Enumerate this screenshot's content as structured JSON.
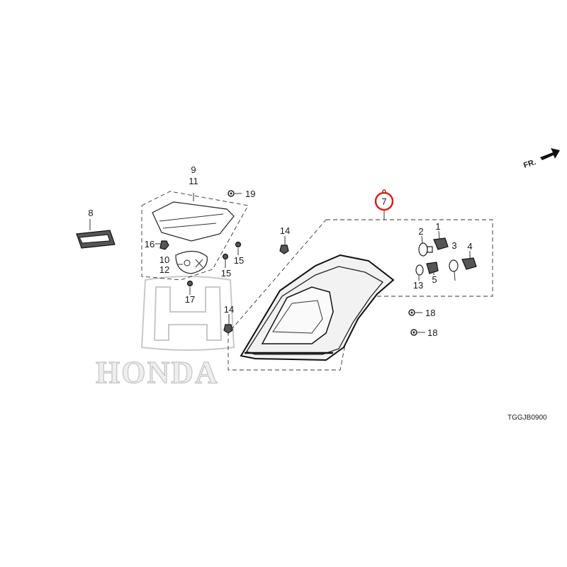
{
  "watermark": {
    "brand_text": "HONDA"
  },
  "direction_indicator": {
    "label": "FR."
  },
  "diagram_code": "TGGJB0900",
  "highlight": {
    "callout": "7",
    "color": "#d42020"
  },
  "callouts": {
    "c1": "1",
    "c2": "2",
    "c3": "3",
    "c4": "4",
    "c5": "5",
    "c7": "7",
    "c8": "8",
    "c9": "9",
    "c10": "10",
    "c11": "11",
    "c12": "12",
    "c13": "13",
    "c14a": "14",
    "c14b": "14",
    "c15a": "15",
    "c15b": "15",
    "c16": "16",
    "c17": "17",
    "c18a": "18",
    "c18b": "18",
    "c19": "19"
  }
}
